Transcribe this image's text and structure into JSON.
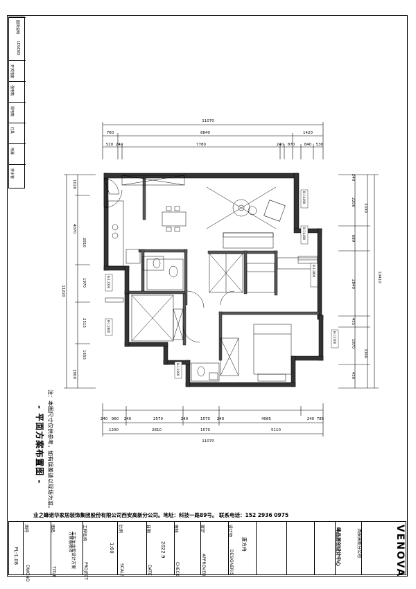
{
  "legend": {
    "header": "图例说明",
    "header_en": "LEGEND",
    "items": [
      "开关插座",
      "强电箱",
      "弱电箱",
      "灯具",
      "地漏",
      "排水管"
    ]
  },
  "plan": {
    "dims": {
      "top_total": "11070",
      "top_row2": [
        "760",
        "8840",
        "1420"
      ],
      "top_row3": [
        "520",
        "240",
        "7780",
        "240",
        "870",
        "840",
        "530"
      ],
      "bottom_row1": [
        "240",
        "960",
        "240",
        "2570",
        "240",
        "1570",
        "240",
        "4085",
        "240",
        "785"
      ],
      "bottom_row2": [
        "1200",
        "2810",
        "1570",
        "5110"
      ],
      "bottom_total": "11070",
      "left_total": "11220",
      "left_row": [
        "1020",
        "4070",
        "240",
        "2810",
        "240",
        "1970",
        "240",
        "2515",
        "240",
        "1655",
        "240",
        "1900"
      ],
      "right_total": "10410",
      "right_row": [
        "240",
        "2200",
        "3339",
        "240",
        "689",
        "2840",
        "240",
        "455",
        "1870",
        "240",
        "3160",
        "450"
      ]
    },
    "tags": [
      "B-1:4490",
      "B-1:4490",
      "B-1:2300",
      "B-1:2800",
      "B-1:2800",
      "B-1:2300",
      "B-1:2300",
      "B-1:3800",
      "B-1:4900"
    ]
  },
  "note": "注：本图尺寸仅供参考，如有误差请以现场为准。",
  "drawing_title": "- 平面方案布置图 -",
  "company_line": "业之峰诺华家居装饰集团股份有限公司西安高新分公司。地址：科技一路89号。   联系电话：152 2936 0975",
  "title_block": {
    "drawing_no_label": "图号",
    "drawing_no_en": "DWGNO",
    "drawing_no": "PL-1.08",
    "title_label": "图名",
    "title_en": "TITLE",
    "title": "王先生住宅设计方案",
    "project_label": "工程名称",
    "project_en": "PROJECT",
    "project": "万景荔枝湾",
    "scale_label": "比例",
    "scale_en": "SCALE",
    "scale": "1:60",
    "date_label": "日期",
    "date_en": "DATE",
    "date": "2022.9",
    "check_label": "审核",
    "check_en": "CHECK",
    "approved_label": "审定",
    "approved_en": "APPROVED",
    "designer_label": "设计师",
    "designer_en": "DESIGNER(S)",
    "designer": "唐方舟",
    "office": "西安高新分公司",
    "center": "峰品居创设计中心",
    "brand": "VENOVA"
  }
}
